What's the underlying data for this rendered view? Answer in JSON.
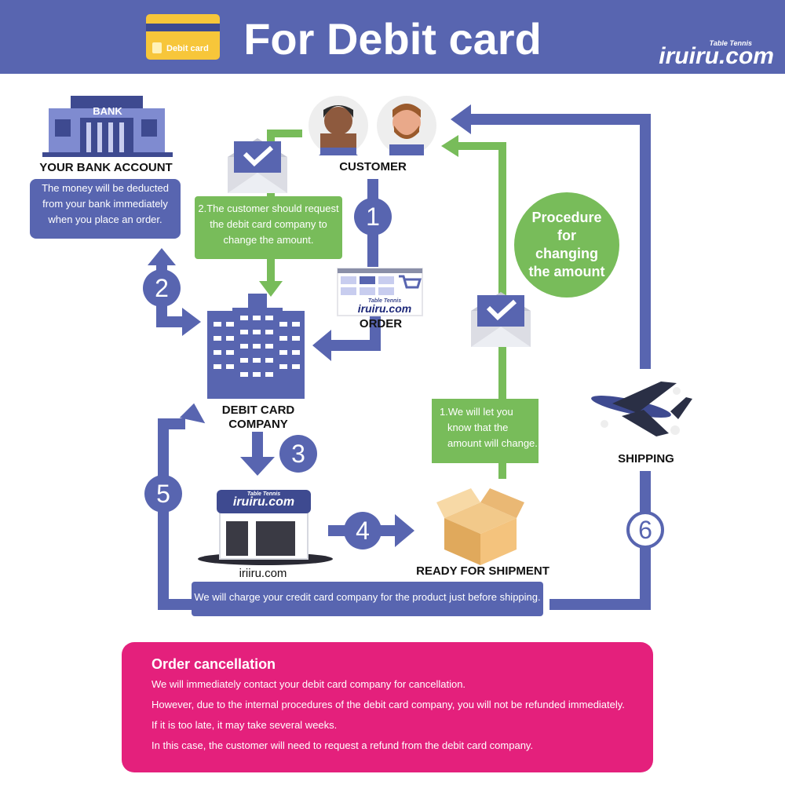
{
  "header": {
    "title": "For Debit card",
    "card_icon_label": "Debit card",
    "brand_small": "Table Tennis",
    "brand_name": "iruiru.com"
  },
  "nodes": {
    "bank_sign": "BANK",
    "bank_account": "YOUR BANK ACCOUNT",
    "bank_note": [
      "The money will be deducted",
      "from your bank immediately",
      "when you place an order."
    ],
    "customer": "CUSTOMER",
    "order": "ORDER",
    "debit_company": [
      "DEBIT CARD",
      "COMPANY"
    ],
    "store": "iriiru.com",
    "store_sign_small": "Table Tennis",
    "store_sign": "iruiru.com",
    "order_sign_small": "Table Tennis",
    "order_sign": "iruiru.com",
    "ready": "READY FOR SHIPMENT",
    "shipping": "SHIPPING"
  },
  "notes": {
    "request": [
      "2.The customer should request",
      "the debit card company to",
      "change the amount."
    ],
    "let_know": [
      "1.We will let you",
      "know that the",
      "amount will change."
    ],
    "procedure": [
      "Procedure",
      "for",
      "changing",
      "the amount"
    ],
    "charge": "We will charge your credit card company for the product just before shipping."
  },
  "steps": [
    "1",
    "2",
    "3",
    "4",
    "5",
    "6"
  ],
  "cancellation": {
    "title": "Order cancellation",
    "lines": [
      "We will immediately contact your debit card company for cancellation.",
      "However, due to the internal procedures of the debit card company, you will not be refunded immediately.",
      "If it is too late, it may take several weeks.",
      "In this case, the customer will need to request a refund from the debit card company."
    ]
  },
  "colors": {
    "primary": "#5865b0",
    "green": "#78bc5a",
    "pink": "#e4207c",
    "yellow": "#f7c63a"
  }
}
